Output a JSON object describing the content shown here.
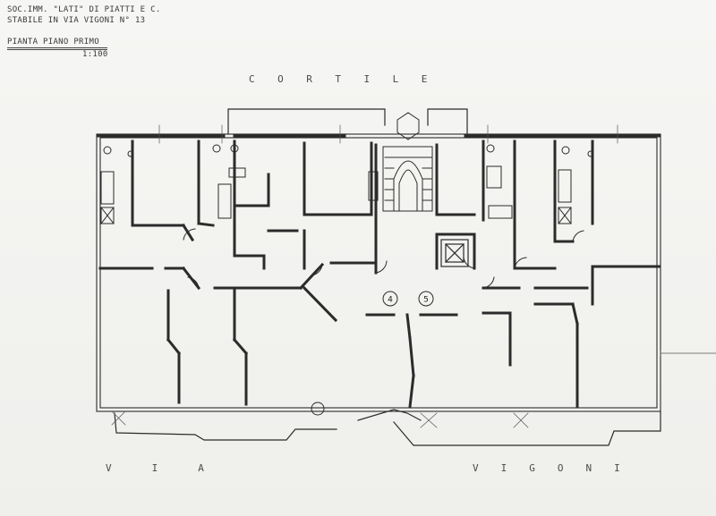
{
  "header": {
    "line1": "SOC.IMM. \"LATI\" DI PIATTI E C.",
    "line2": "STABILE IN VIA VIGONI N° 13",
    "title": "PIANTA PIANO PRIMO",
    "scale": "1:100"
  },
  "streets": {
    "courtyard": "CORTILE",
    "via": "VIA",
    "vigoni": "VIGONI"
  },
  "apartments": [
    {
      "number": "4"
    },
    {
      "number": "5"
    }
  ],
  "colors": {
    "ink": "#2b2b2b",
    "paper": "#f3f3f1"
  }
}
